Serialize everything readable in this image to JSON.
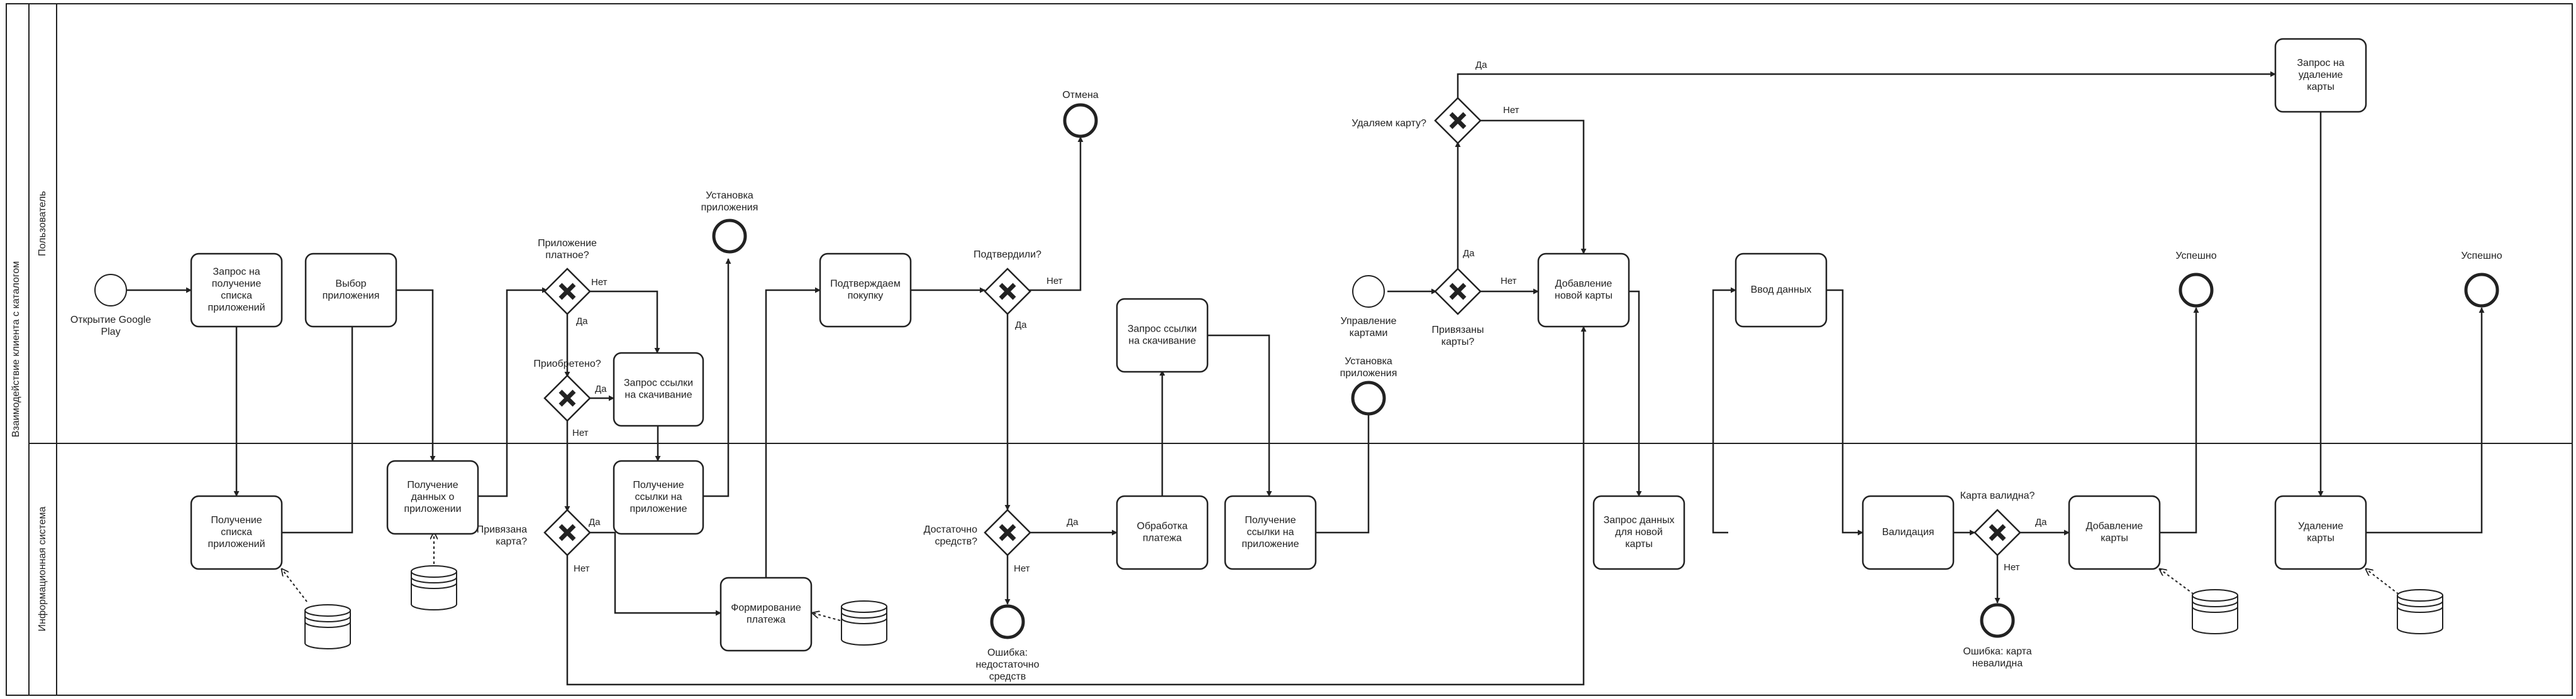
{
  "pool_label": "Взаимодействие клиента с каталогом",
  "lanes": {
    "user": "Пользователь",
    "system": "Информационная система"
  },
  "tasks": {
    "t_request_list": [
      "Запрос на",
      "получение",
      "списка",
      "приложений"
    ],
    "t_choose_app": [
      "Выбор",
      "приложения"
    ],
    "t_get_list": [
      "Получение",
      "списка",
      "приложений"
    ],
    "t_get_app_data": [
      "Получение",
      "данных о",
      "приложении"
    ],
    "t_request_dl_link": [
      "Запрос ссылки",
      "на скачивание"
    ],
    "t_get_link": [
      "Получение",
      "ссылки на",
      "приложение"
    ],
    "t_confirm_purchase": [
      "Подтверждаем",
      "покупку"
    ],
    "t_form_payment": [
      "Формирование",
      "платежа"
    ],
    "t_request_dl_link2": [
      "Запрос ссылки",
      "на скачивание"
    ],
    "t_process_payment": [
      "Обработка",
      "платежа"
    ],
    "t_get_link2": [
      "Получение",
      "ссылки на",
      "приложение"
    ],
    "t_add_new_card": [
      "Добавление",
      "новой карты"
    ],
    "t_request_new_card_data": [
      "Запрос данных",
      "для новой",
      "карты"
    ],
    "t_enter_data": [
      "Ввод данных"
    ],
    "t_validation": [
      "Валидация"
    ],
    "t_add_card": [
      "Добавление",
      "карты"
    ],
    "t_request_delete_card": [
      "Запрос на",
      "удаление",
      "карты"
    ],
    "t_delete_card": [
      "Удаление",
      "карты"
    ]
  },
  "events": {
    "e_open_gp": [
      "Открытие Google",
      "Play"
    ],
    "e_install1": [
      "Установка",
      "приложения"
    ],
    "e_cancel": [
      "Отмена"
    ],
    "e_install2": [
      "Установка",
      "приложения"
    ],
    "e_insufficient": [
      "Ошибка:",
      "недостаточно",
      "средств"
    ],
    "e_manage_cards": [
      "Управление",
      "картами"
    ],
    "e_card_invalid": [
      "Ошибка: карта",
      "невалидна"
    ],
    "e_success1": [
      "Успешно"
    ],
    "e_success2": [
      "Успешно"
    ]
  },
  "gateways": {
    "g_paid": [
      "Приложение",
      "платное?"
    ],
    "g_purchased": [
      "Приобретено?"
    ],
    "g_card_linked": [
      "Привязана",
      "карта?"
    ],
    "g_confirmed": [
      "Подтвердили?"
    ],
    "g_enough_funds": [
      "Достаточно",
      "средств?"
    ],
    "g_cards_linked": [
      "Привязаны",
      "карты?"
    ],
    "g_delete_card": [
      "Удаляем карту?"
    ],
    "g_card_valid": [
      "Карта валидна?"
    ]
  },
  "flow_labels": {
    "paid_no": "Нет",
    "paid_yes": "Да",
    "purchased_yes": "Да",
    "purchased_no": "Нет",
    "linked_yes": "Да",
    "linked_no": "Нет",
    "confirmed_no": "Нет",
    "confirmed_yes": "Да",
    "funds_yes": "Да",
    "funds_no": "Нет",
    "cards_yes": "Да",
    "cards_no": "Нет",
    "delete_yes": "Да",
    "delete_no": "Нет",
    "valid_yes": "Да",
    "valid_no": "Нет"
  }
}
